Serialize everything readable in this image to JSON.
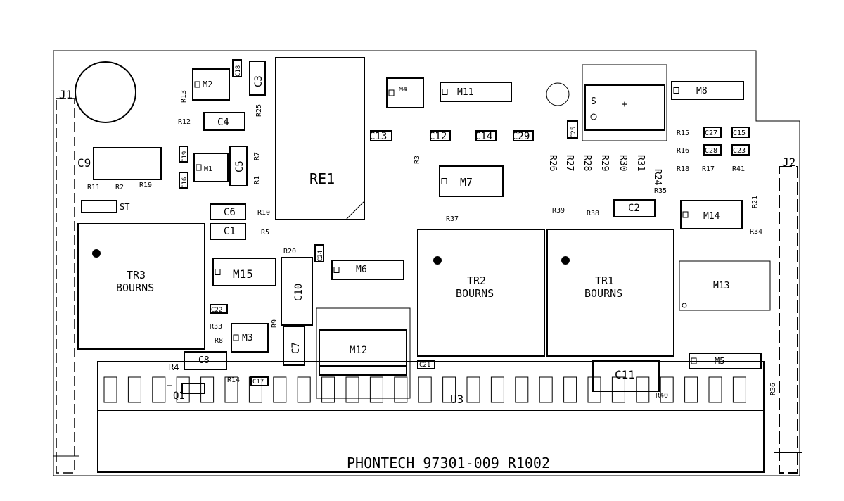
{
  "board": {
    "label": "PHONTECH 97301-009 R1002",
    "connectors": {
      "left": "J1",
      "right": "J2"
    },
    "relay": "RE1",
    "header": "U3",
    "transformers": [
      {
        "ref": "TR1",
        "maker": "BOURNS"
      },
      {
        "ref": "TR2",
        "maker": "BOURNS"
      },
      {
        "ref": "TR3",
        "maker": "BOURNS"
      }
    ],
    "modules": [
      "M1",
      "M2",
      "M3",
      "M4",
      "M5",
      "M6",
      "M7",
      "M8",
      "M11",
      "M12",
      "M13",
      "M14",
      "M15"
    ],
    "capacitors": [
      "C1",
      "C2",
      "C3",
      "C4",
      "C5",
      "C6",
      "C7",
      "C8",
      "C9",
      "C10",
      "C11",
      "C12",
      "C13",
      "C14",
      "C15",
      "C16",
      "C17",
      "C18",
      "C19",
      "C21",
      "C22",
      "C23",
      "C24",
      "C25",
      "C27",
      "C28",
      "C29"
    ],
    "resistors": [
      "R1",
      "R2",
      "R3",
      "R4",
      "R5",
      "R7",
      "R8",
      "R9",
      "R10",
      "R11",
      "R12",
      "R13",
      "R14",
      "R15",
      "R16",
      "R17",
      "R18",
      "R19",
      "R20",
      "R21",
      "R24",
      "R25",
      "R26",
      "R27",
      "R28",
      "R29",
      "R30",
      "R31",
      "R33",
      "R34",
      "R35",
      "R36",
      "R37",
      "R38",
      "R39",
      "R40",
      "R41"
    ],
    "misc": {
      "transistor": "Q1",
      "strap": "ST",
      "pot_marker": "S",
      "pot_plus": "+"
    }
  }
}
